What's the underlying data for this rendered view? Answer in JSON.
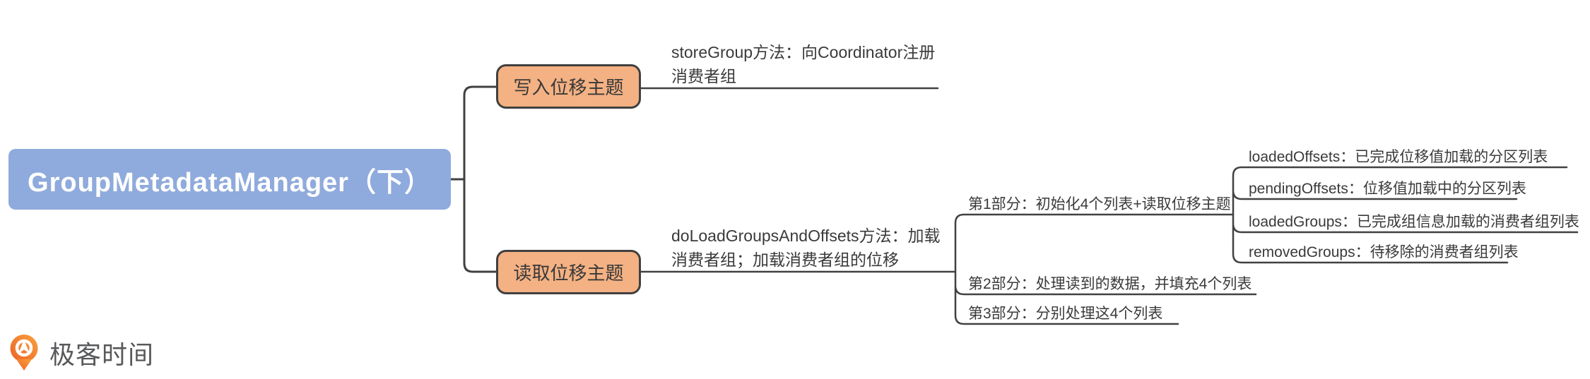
{
  "root": {
    "label": "GroupMetadataManager（下）"
  },
  "branches": {
    "write": {
      "label": "写入位移主题"
    },
    "read": {
      "label": "读取位移主题"
    }
  },
  "methods": {
    "store_group": {
      "label": "storeGroup方法：向Coordinator注册\n消费者组"
    },
    "do_load": {
      "label": "doLoadGroupsAndOffsets方法：加载\n消费者组；加载消费者组的位移"
    }
  },
  "parts": [
    {
      "label": "第1部分：初始化4个列表+读取位移主题"
    },
    {
      "label": "第2部分：处理读到的数据，并填充4个列表"
    },
    {
      "label": "第3部分：分别处理这4个列表"
    }
  ],
  "lists": [
    {
      "label": "loadedOffsets：已完成位移值加载的分区列表"
    },
    {
      "label": "pendingOffsets：位移值加载中的分区列表"
    },
    {
      "label": "loadedGroups：已完成组信息加载的消费者组列表"
    },
    {
      "label": "removedGroups：待移除的消费者组列表"
    }
  ],
  "footer": {
    "brand": "极客时间"
  },
  "colors": {
    "root_fill": "#8FAADC",
    "branch_fill": "#F4B183",
    "line": "#414141",
    "text": "#3A3A3A",
    "root_text": "#FFFFFF",
    "brand_orange": "#F26D21",
    "brand_text": "#58595B"
  }
}
